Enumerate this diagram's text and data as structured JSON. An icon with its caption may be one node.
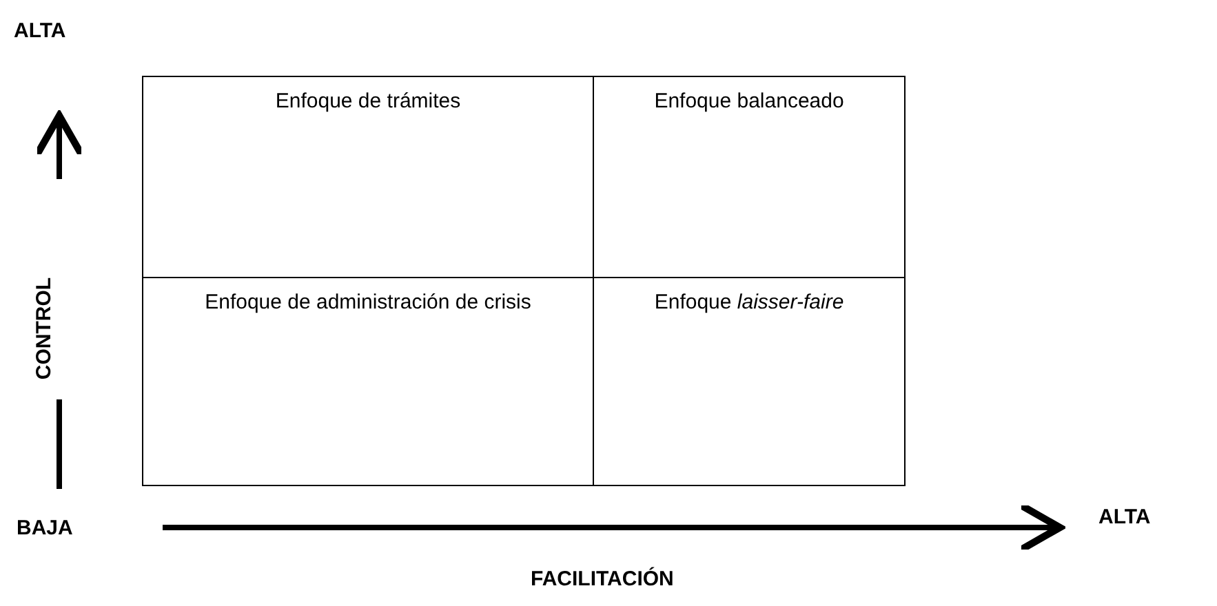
{
  "diagram": {
    "nodes": [
      {
        "text": [
          "Enfoque de trámites"
        ]
      },
      {
        "text": [
          "Enfoque balanceado"
        ]
      },
      {
        "text": [
          "Enfoque de administración de crisis"
        ]
      },
      {
        "text": [
          "Enfoque *laisser-faire*"
        ]
      }
    ],
    "labels": [
      "ALTA",
      "CONTROL",
      "BAJA",
      "ALTA",
      "FACILITACIÓN"
    ]
  }
}
